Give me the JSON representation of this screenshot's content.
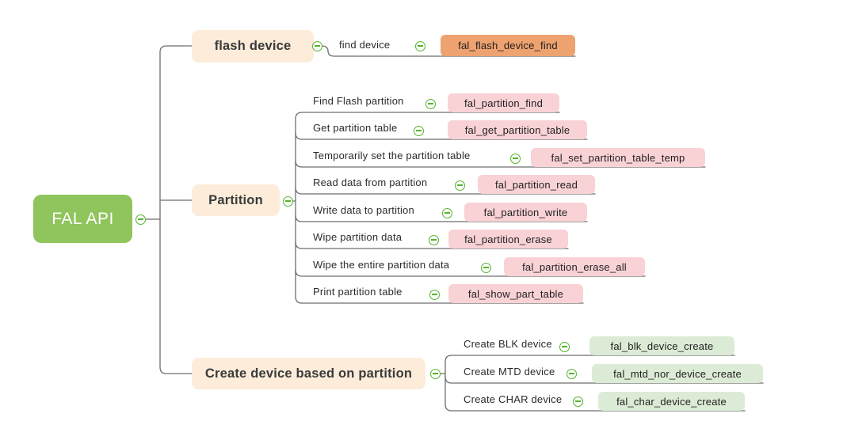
{
  "root": {
    "label": "FAL API"
  },
  "branches": [
    {
      "label": "flash device",
      "children": [
        {
          "label": "find device",
          "api": "fal_flash_device_find"
        }
      ]
    },
    {
      "label": "Partition",
      "children": [
        {
          "label": "Find Flash partition",
          "api": "fal_partition_find"
        },
        {
          "label": "Get partition table",
          "api": "fal_get_partition_table"
        },
        {
          "label": "Temporarily set the partition table",
          "api": "fal_set_partition_table_temp"
        },
        {
          "label": "Read data from partition",
          "api": "fal_partition_read"
        },
        {
          "label": "Write data to partition",
          "api": "fal_partition_write"
        },
        {
          "label": "Wipe partition data",
          "api": "fal_partition_erase"
        },
        {
          "label": "Wipe the entire partition data",
          "api": "fal_partition_erase_all"
        },
        {
          "label": "Print partition table",
          "api": "fal_show_part_table"
        }
      ]
    },
    {
      "label": "Create device based on partition",
      "children": [
        {
          "label": "Create BLK device",
          "api": "fal_blk_device_create"
        },
        {
          "label": "Create MTD device",
          "api": "fal_mtd_nor_device_create"
        },
        {
          "label": "Create CHAR device",
          "api": "fal_char_device_create"
        }
      ]
    }
  ],
  "colors": {
    "root_green": "#90c45c",
    "branch_peach": "#fcecd9",
    "leaf_orange": "#eda26f",
    "leaf_pink": "#f9d2d6",
    "leaf_green": "#dcebd5",
    "collapse_icon_green": "#57b331",
    "connector_gray": "#6e6e6e"
  }
}
